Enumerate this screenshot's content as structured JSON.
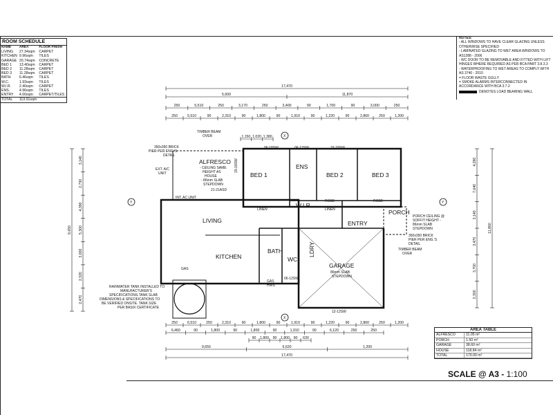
{
  "room_schedule": {
    "title": "ROOM SCHEDULE",
    "columns": [
      "NAME",
      "AREA",
      "FLOOR FINISH"
    ],
    "rows": [
      [
        "LIVING",
        "27.34sqm",
        "CARPET"
      ],
      [
        "KITCHEN",
        "9.96sqm",
        "TILES"
      ],
      [
        "GARAGE",
        "20.74sqm",
        "CONCRETE"
      ],
      [
        "BED 1",
        "13.40sqm",
        "CARPET"
      ],
      [
        "BED 2",
        "11.28sqm",
        "CARPET"
      ],
      [
        "BED 3",
        "11.28sqm",
        "CARPET"
      ],
      [
        "BATH",
        "6.46sqm",
        "TILES"
      ],
      [
        "W.C.",
        "1.93sqm",
        "TILES"
      ],
      [
        "W.I.R.",
        "2.40sqm",
        "CARPET"
      ],
      [
        "ENS.",
        "4.96sqm",
        "TILES"
      ],
      [
        "ENTRY",
        "4.00sqm",
        "CARPET/TILES"
      ]
    ],
    "total_label": "TOTAL",
    "total_value": "113.91sqm"
  },
  "notes": {
    "title": "NOTES:",
    "lines": [
      "- ALL WINDOWS TO HAVE CLEAR GLAZING UNLESS",
      "  OTHERWISE SPECIFIED",
      "- LAMINATED GLAZING TO WET AREA WINDOWS TO",
      "  AS1288 - 2006",
      "- WC DOOR TO BE REMOVABLE AND FITTED WITH LIFT OFF",
      "  HINGES WHERE REQUIRED AS PER BCA PART 3.8.3.3",
      "- WATERPROOFING TO WET AREAS TO COMPLY WITH",
      "  AS 3740 - 2010",
      "  = FLOOR WASTE GULLY",
      "  = SMOKE ALARMS INTERCONNECTED IN",
      "    ACCORDANCE WITH BCA 3.7.2"
    ],
    "legend": "DENOTES LOAD BEARING WALL"
  },
  "area_table": {
    "title": "AREA TABLE",
    "rows": [
      [
        "ALFRESCO",
        "11.05 m²"
      ],
      [
        "PORCH",
        "1.50 m²"
      ],
      [
        "GARAGE",
        "38.60 m²"
      ],
      [
        "HOUSE",
        "118.84 m²"
      ],
      [
        "TOTAL",
        "170.00 m²"
      ]
    ]
  },
  "scale": {
    "label": "SCALE @ A3 -",
    "value": "1:100"
  },
  "rooms": {
    "alfresco": "ALFRESCO",
    "bed1": "BED 1",
    "ens": "ENS",
    "bed2": "BED 2",
    "bed3": "BED 3",
    "wir": "W.I.R",
    "living": "LIVING",
    "kitchen": "KITCHEN",
    "bath": "BATH",
    "wc": "WC",
    "ldry": "LDRY",
    "entry": "ENTRY",
    "porch": "PORCH",
    "garage": "GARAGE",
    "linen1": "LINEN",
    "linen2": "LINEN",
    "robe1": "ROBE",
    "robe2": "ROBE"
  },
  "annotations": {
    "alfresco_ceiling": [
      "- CEILING SAME",
      "HEIGHT AS",
      "HOUSE",
      "- 86mm SLAB",
      "STEPDOWN"
    ],
    "garage_slab": [
      "86mm SLAB",
      "STEPDOWN"
    ],
    "timber_beam_top": [
      "TIMBER BEAM",
      "OVER"
    ],
    "timber_beam_right": [
      "TIMBER BEAM",
      "OVER"
    ],
    "pier_left": [
      "350x350 BRICK",
      "PIER PER ENG.'S",
      "DETAIL"
    ],
    "pier_right": [
      "350x350 BRICK",
      "PIER PER ENG.'S",
      "DETAIL"
    ],
    "porch_ceiling": [
      "PORCH CEILING @",
      "SOFFIT HEIGHT -",
      "86mm SLAB",
      "STEPDOWN"
    ],
    "ext_ac": [
      "EXT. A/C",
      "UNIT"
    ],
    "int_ac": "INT. AC UNIT",
    "rainwater": [
      "RAINWATER TANK INSTALLED TO",
      "MANUFACTURER'S",
      "SPECIFICATIONS.TANK SLAB",
      "DIMENSIONS & SPECIFICATIONS TO",
      "BE VERIFIED ONSITE. TANK SIZE",
      "PER BASIX CERTIFICATE"
    ],
    "gas_hws": [
      "GAS",
      "HWS"
    ],
    "gas": "GAS",
    "window_tags": [
      "06-18SW",
      "06-12SW",
      "15-18SW",
      "15-18SW",
      "21-21ASD",
      "06-12SW",
      "12-12SW"
    ],
    "section_mark": "X",
    "grid_mark": "Y"
  },
  "dimensions": {
    "top_overall": "17,470",
    "top_row1": [
      "5,600",
      "11,870"
    ],
    "top_row2": [
      "250",
      "5,510",
      "250",
      "3,170",
      "250",
      "3,400",
      "90",
      "1,700",
      "90",
      "3,000",
      "250"
    ],
    "top_row3": [
      "250",
      "5,510",
      "90",
      "2,310",
      "90",
      "1,800",
      "90",
      "1,910",
      "90",
      "1,220",
      "90",
      "2,860",
      "250",
      "1,200"
    ],
    "top_row4": [
      "1,150",
      "1,020",
      "1,380"
    ],
    "bottom_row1": [
      "250",
      "6,510",
      "250",
      "2,310",
      "90",
      "1,800",
      "90",
      "1,910",
      "90",
      "1,220",
      "90",
      "2,860",
      "250",
      "1,200"
    ],
    "bottom_row2": [
      "6,460",
      "90",
      "1,800",
      "90",
      "1,800",
      "90",
      "1,910",
      "90",
      "6,120",
      "250",
      "250"
    ],
    "bottom_row3": [
      "90",
      "1,800",
      "90",
      "1,800",
      "90",
      "630"
    ],
    "bottom_overall_split": [
      "9,650",
      "6,620",
      "1,200"
    ],
    "bottom_overall": "17,470",
    "left_overall": "9,650",
    "left_parts": [
      "3,140",
      "2,730",
      "4,390",
      "5,300",
      "3,000",
      "2,320",
      "2,470"
    ],
    "right_overall": "11,860",
    "right_parts": [
      "4,290",
      "7,640",
      "3,140",
      "2,470",
      "3,700",
      "2,300"
    ]
  }
}
